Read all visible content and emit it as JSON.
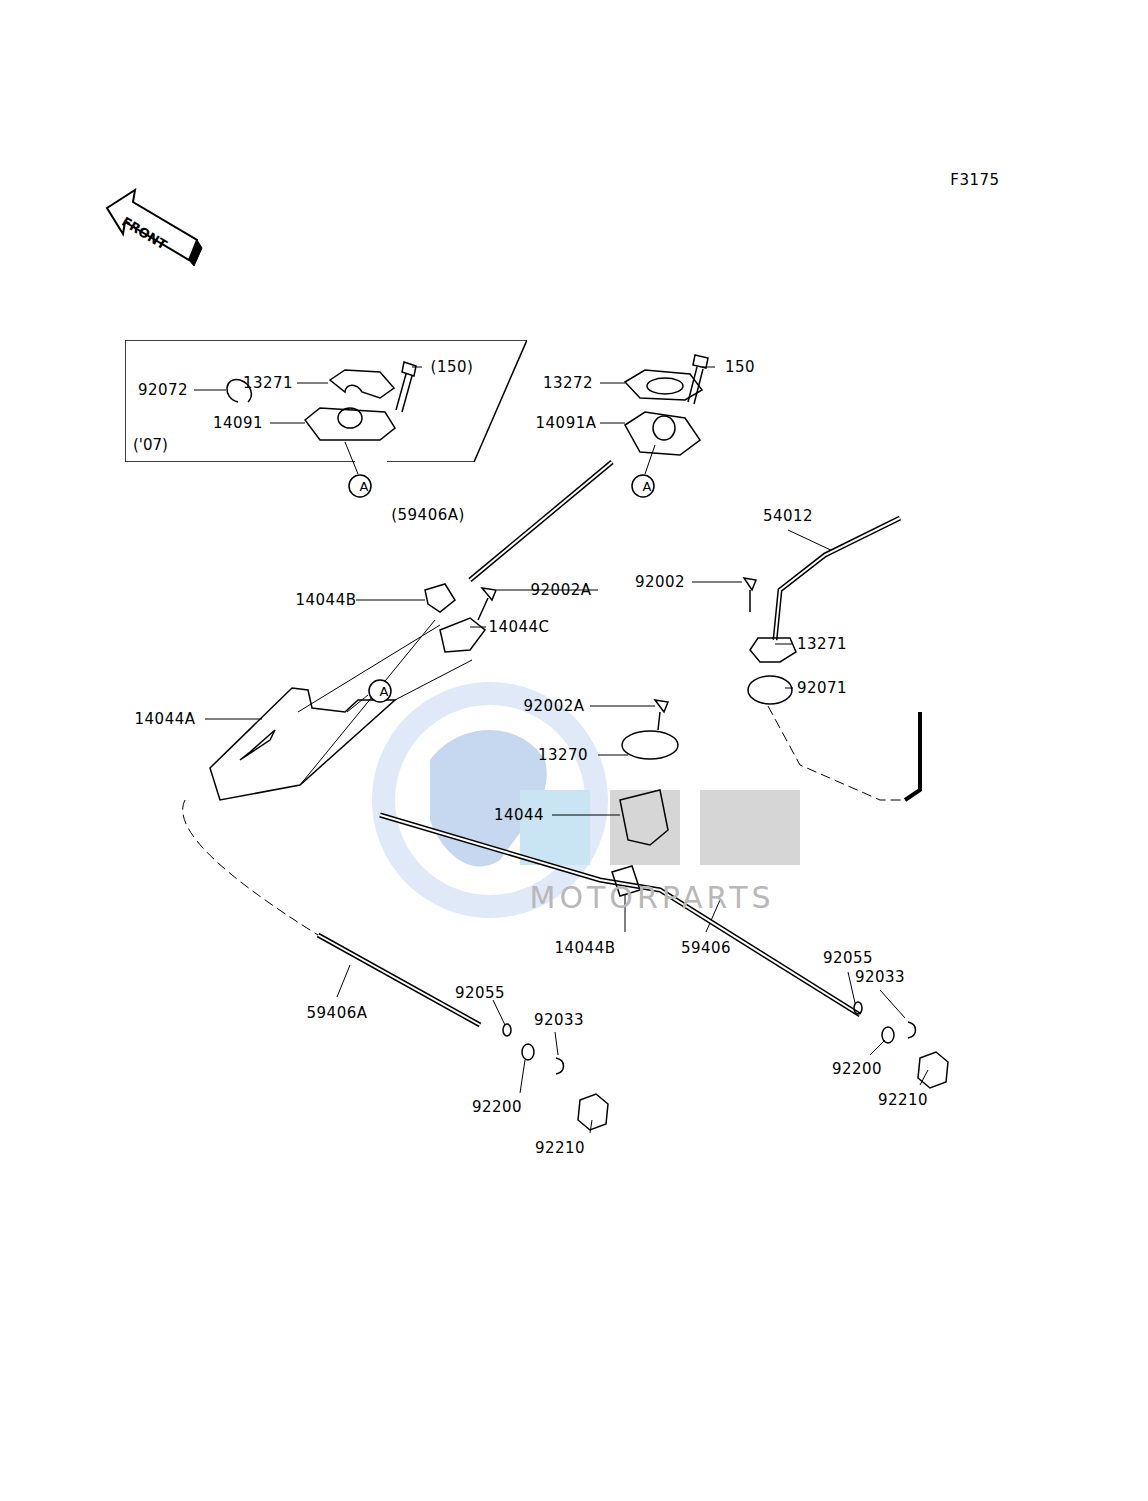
{
  "diagram": {
    "nodes": [
      {
        "text": [
          "FRONT"
        ]
      },
      {
        "text": [
          "('07)"
        ]
      },
      {
        "text": [
          "A"
        ]
      },
      {
        "text": [
          "A"
        ]
      },
      {
        "text": [
          "A"
        ]
      }
    ],
    "labels": [
      "F3175",
      "92072",
      "13271",
      "(150)",
      "14091",
      "13272",
      "150",
      "14091A",
      "(59406A)",
      "54012",
      "92002",
      "14044B",
      "92002A",
      "14044C",
      "13271",
      "92071",
      "14044A",
      "92002A",
      "13270",
      "14044",
      "14044B",
      "59406",
      "92055",
      "92033",
      "59406A",
      "92055",
      "92033",
      "92200",
      "92210",
      "92200",
      "92210",
      "MOTORPARTS"
    ]
  }
}
